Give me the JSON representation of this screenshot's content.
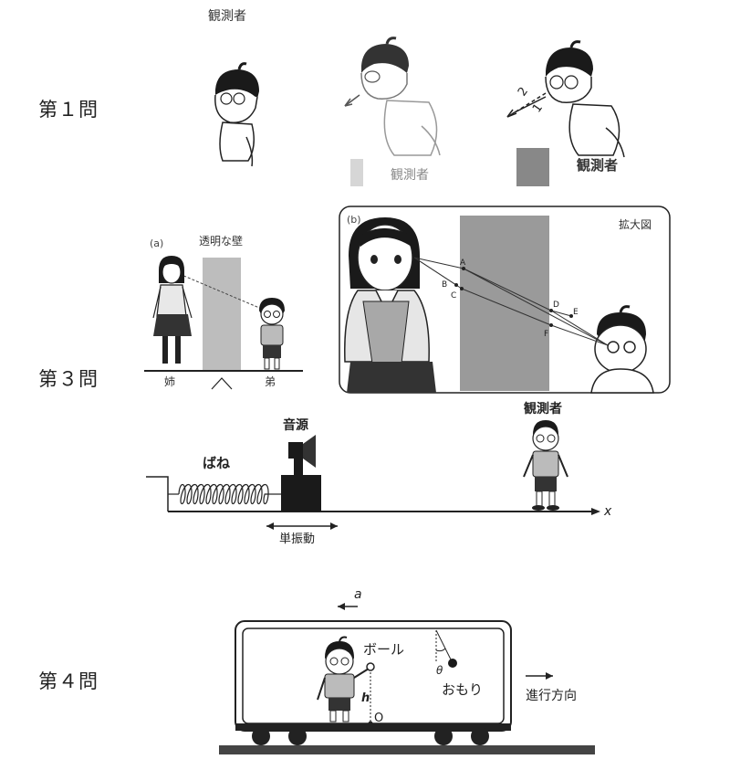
{
  "questions": {
    "q1": "第１問",
    "q3": "第３問",
    "q4": "第４問"
  },
  "q1": {
    "observer_top": "観測者",
    "observer_mid": "観測者",
    "observer_right": "観測者",
    "ray_1": "1",
    "ray_2": "2"
  },
  "q3": {
    "panel_a_tag": "(a)",
    "wall_caption": "透明な壁",
    "sister": "姉",
    "brother": "弟",
    "panel_b_tag": "(b)",
    "zoom_caption": "拡大図",
    "points": {
      "A": "A",
      "B": "B",
      "C": "C",
      "D": "D",
      "E": "E",
      "F": "F"
    },
    "spring": "ばね",
    "sound_source": "音源",
    "observer": "観測者",
    "shm": "単振動",
    "axis": "x"
  },
  "q4": {
    "accel": "a",
    "ball": "ボール",
    "bob": "おもり",
    "theta": "θ",
    "height": "h",
    "origin": "O",
    "direction": "進行方向"
  }
}
